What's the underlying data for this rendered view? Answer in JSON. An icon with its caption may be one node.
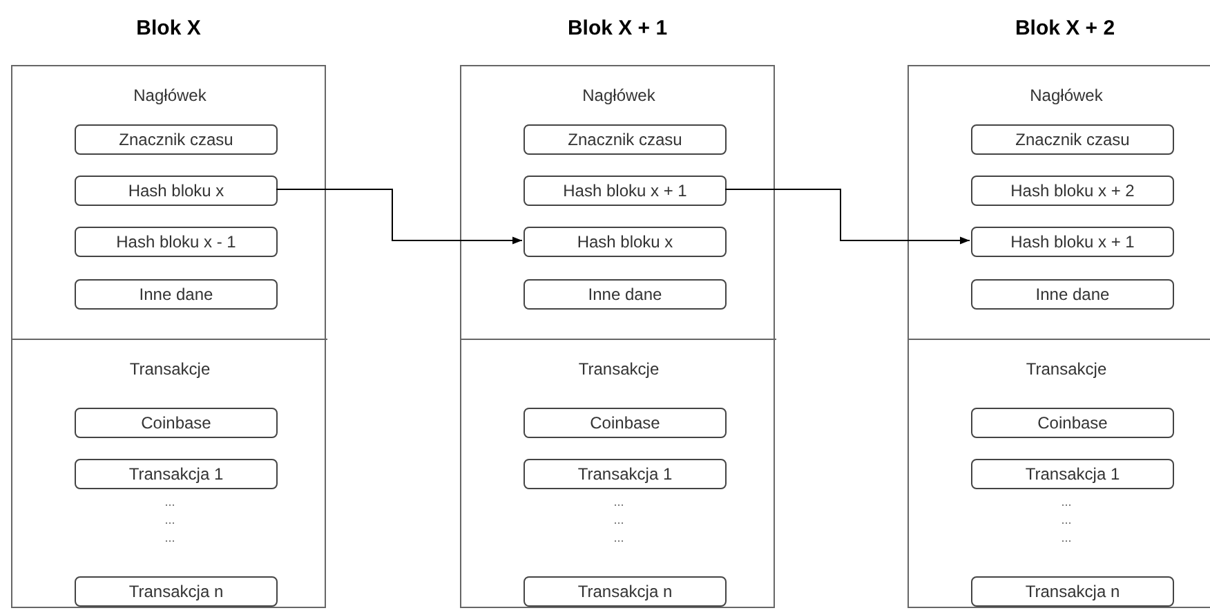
{
  "diagram": {
    "nodes": [
      {
        "text": [
          "Blok X"
        ]
      },
      {
        "text": [
          "Nagłówek"
        ],
        "in": 0
      },
      {
        "text": [
          "Znacznik czasu"
        ],
        "in": 1
      },
      {
        "text": [
          "Hash bloku x"
        ],
        "in": 1
      },
      {
        "text": [
          "Hash bloku x - 1"
        ],
        "in": 1
      },
      {
        "text": [
          "Inne dane"
        ],
        "in": 1
      },
      {
        "text": [
          "Transakcje",
          "...",
          "...",
          "..."
        ],
        "in": 0
      },
      {
        "text": [
          "Coinbase"
        ],
        "in": 6
      },
      {
        "text": [
          "Transakcja 1"
        ],
        "in": 6
      },
      {
        "text": [
          "Transakcja n"
        ],
        "in": 6
      },
      {
        "text": [
          "Blok X + 1"
        ]
      },
      {
        "text": [
          "Nagłówek"
        ],
        "in": 10
      },
      {
        "text": [
          "Znacznik czasu"
        ],
        "in": 11
      },
      {
        "text": [
          "Hash bloku x + 1"
        ],
        "in": 11
      },
      {
        "text": [
          "Hash bloku x"
        ],
        "in": 11
      },
      {
        "text": [
          "Inne dane"
        ],
        "in": 11
      },
      {
        "text": [
          "Transakcje",
          "...",
          "...",
          "..."
        ],
        "in": 10
      },
      {
        "text": [
          "Coinbase"
        ],
        "in": 16
      },
      {
        "text": [
          "Transakcja 1"
        ],
        "in": 16
      },
      {
        "text": [
          "Transakcja n"
        ],
        "in": 16
      },
      {
        "text": [
          "Blok X + 2"
        ]
      },
      {
        "text": [
          "Nagłówek"
        ],
        "in": 20
      },
      {
        "text": [
          "Znacznik czasu"
        ],
        "in": 21
      },
      {
        "text": [
          "Hash bloku x + 2"
        ],
        "in": 21
      },
      {
        "text": [
          "Hash bloku x + 1"
        ],
        "in": 21
      },
      {
        "text": [
          "Inne dane"
        ],
        "in": 21
      },
      {
        "text": [
          "Transakcje",
          "...",
          "...",
          "..."
        ],
        "in": 20
      },
      {
        "text": [
          "Coinbase"
        ],
        "in": 26
      },
      {
        "text": [
          "Transakcja 1"
        ],
        "in": 26
      },
      {
        "text": [
          "Transakcja n"
        ],
        "in": 26
      }
    ],
    "edges": [
      {
        "from": 3,
        "to": 14,
        "arrow": "to"
      },
      {
        "from": 13,
        "to": 24,
        "arrow": "to"
      }
    ]
  }
}
